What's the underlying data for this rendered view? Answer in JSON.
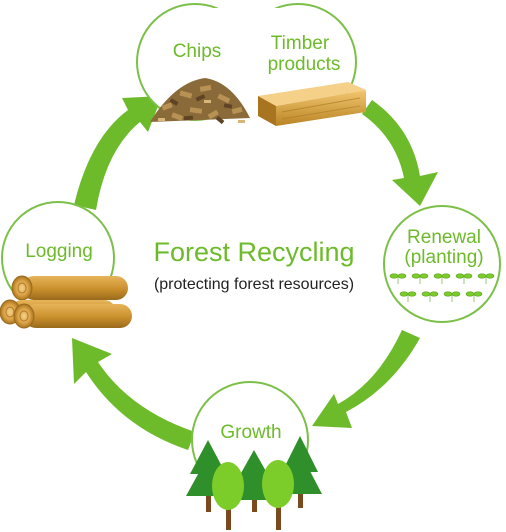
{
  "title": "Forest Recycling",
  "subtitle": "(protecting forest resources)",
  "nodes": {
    "chips": "Chips",
    "timber": [
      "Timber",
      "products"
    ],
    "renewal": [
      "Renewal",
      "(planting)"
    ],
    "growth": "Growth",
    "logging": "Logging"
  },
  "colors": {
    "accent": "#6dbb2a",
    "arrow": "#6dbb2a",
    "circle_border": "#7cc04a",
    "wood": "#c9912e",
    "tree_dark": "#2f8f2a",
    "tree_light": "#7ccc2a"
  }
}
